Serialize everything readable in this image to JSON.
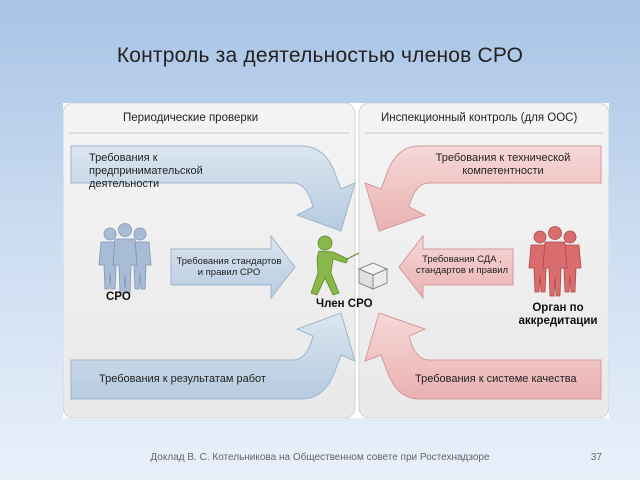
{
  "slide": {
    "title": "Контроль за деятельностью членов СРО",
    "footer": "Доклад В. С. Котельникова на Общественном совете при Ростехнадзоре",
    "page_number": "37"
  },
  "diagram": {
    "left_header": "Периодические проверки",
    "right_header": "Инспекционный контроль (для ООС)",
    "arrow_top_left": "Требования к предпринимательской деятельности",
    "arrow_top_right": "Требования к технической компетентности",
    "arrow_mid_left": "Требования стандартов и правил СРО",
    "arrow_mid_right": "Требования СДА , стандартов и правил",
    "arrow_bottom_left": "Требования к результатам работ",
    "arrow_bottom_right": "Требования к системе качества",
    "sro_label": "СРО",
    "member_label": "Член СРО",
    "accreditation_label": "Орган по аккредитации",
    "colors": {
      "blue": "#c5d6e6",
      "pink": "#f2c4c4",
      "person_blue": "#a9bcd6",
      "person_red": "#d96c6c",
      "member_green": "#8ab74a"
    }
  }
}
